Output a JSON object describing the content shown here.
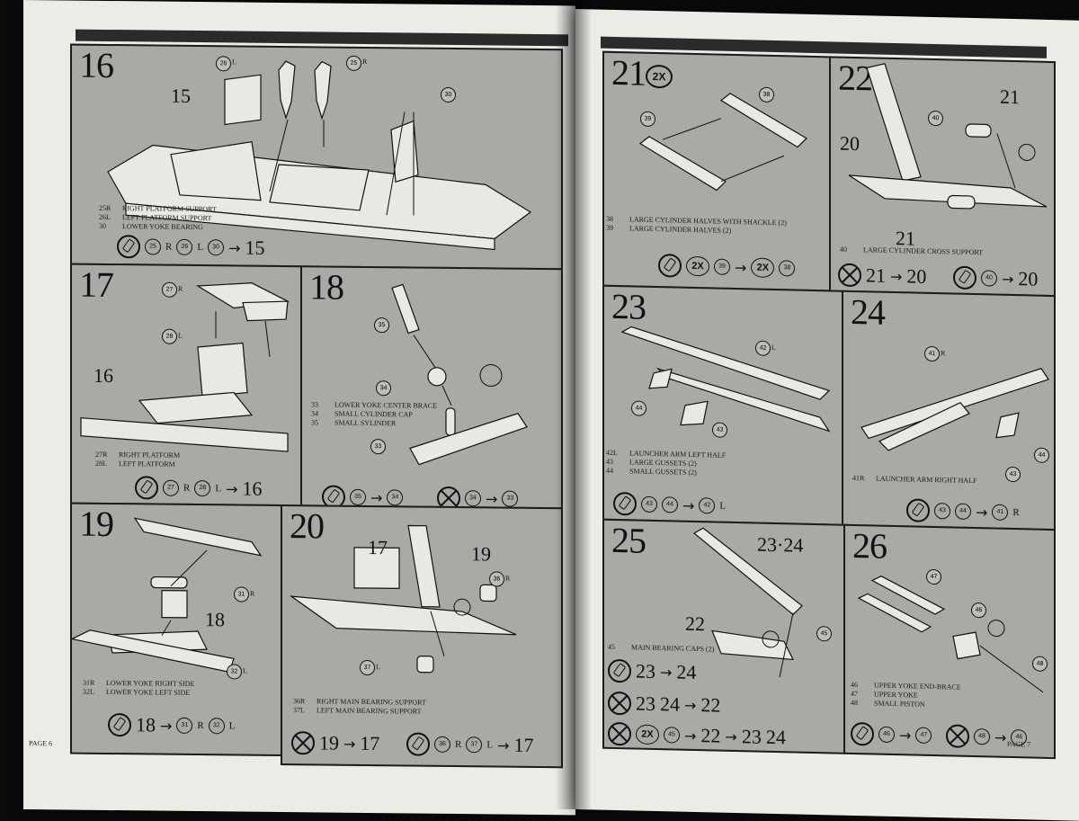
{
  "left_page": {
    "page_label": "PAGE 6",
    "steps": {
      "s16": {
        "number": "16",
        "label": "15",
        "callouts": [
          "26",
          "25",
          "30"
        ],
        "callout_sides": [
          "L",
          "R"
        ],
        "parts": [
          [
            "25R",
            "RIGHT PLATFORM SUPPORT"
          ],
          [
            "26L",
            "LEFT PLATFORM SUPPORT"
          ],
          [
            "30",
            "LOWER YOKE BEARING"
          ]
        ],
        "formula": {
          "a": "25",
          "ar": "R",
          "b": "26",
          "bl": "L",
          "c": "30",
          "result": "15"
        }
      },
      "s17": {
        "number": "17",
        "label": "16",
        "callouts": [
          "27",
          "28"
        ],
        "callout_sides": [
          "R",
          "L"
        ],
        "parts": [
          [
            "27R",
            "RIGHT PLATFORM"
          ],
          [
            "28L",
            "LEFT PLATFORM"
          ]
        ],
        "formula": {
          "a": "27",
          "ar": "R",
          "b": "28",
          "bl": "L",
          "result": "16"
        }
      },
      "s18": {
        "number": "18",
        "callouts": [
          "35",
          "34",
          "33"
        ],
        "parts": [
          [
            "33",
            "LOWER YOKE CENTER BRACE"
          ],
          [
            "34",
            "SMALL CYLINDER CAP"
          ],
          [
            "35",
            "SMALL SYLINDER"
          ]
        ],
        "formula1": {
          "a": "35",
          "b": "34"
        },
        "formula2": {
          "a": "34",
          "b": "33"
        }
      },
      "s19": {
        "number": "19",
        "label": "18",
        "callouts": [
          "31",
          "32"
        ],
        "callout_sides": [
          "R",
          "L"
        ],
        "parts": [
          [
            "31R",
            "LOWER YOKE RIGHT SIDE"
          ],
          [
            "32L",
            "LOWER YOKE LEFT SIDE"
          ]
        ],
        "formula": {
          "lead": "18",
          "a": "31",
          "ar": "R",
          "b": "32",
          "bl": "L"
        }
      },
      "s20": {
        "number": "20",
        "label_a": "17",
        "label_b": "19",
        "callouts": [
          "36",
          "37"
        ],
        "callout_sides": [
          "R",
          "L"
        ],
        "parts": [
          [
            "36R",
            "RIGHT MAIN BEARING SUPPORT"
          ],
          [
            "37L",
            "LEFT MAIN BEARING SUPPORT"
          ]
        ],
        "formula1": {
          "a": "19",
          "b": "17"
        },
        "formula2": {
          "a": "36",
          "ar": "R",
          "b": "37",
          "bl": "L",
          "result": "17"
        }
      }
    }
  },
  "right_page": {
    "page_label": "PAGE 7",
    "steps": {
      "s21": {
        "number": "21",
        "badge": "2X",
        "callouts": [
          "39",
          "38"
        ],
        "parts": [
          [
            "38",
            "LARGE CYLINDER HALVES WITH SHACKLE (2)"
          ],
          [
            "39",
            "LARGE CYLINDER HALVES (2)"
          ]
        ],
        "formula": {
          "badge": "2X",
          "a": "39",
          "b": "38"
        }
      },
      "s22": {
        "number": "22",
        "label_a": "21",
        "label_b": "20",
        "label_c": "21",
        "callouts": [
          "40"
        ],
        "parts": [
          [
            "40",
            "LARGE CYLINDER CROSS SUPPORT"
          ]
        ],
        "formula1": {
          "a": "21",
          "b": "20"
        },
        "formula2": {
          "a": "40",
          "b": "20"
        }
      },
      "s23": {
        "number": "23",
        "callouts": [
          "42",
          "44",
          "43"
        ],
        "callout_side": "L",
        "parts": [
          [
            "42L",
            "LAUNCHER ARM LEFT HALF"
          ],
          [
            "43",
            "LARGE GUSSETS (2)"
          ],
          [
            "44",
            "SMALL GUSSETS (2)"
          ]
        ],
        "formula": {
          "a": "43",
          "b": "44",
          "c": "42",
          "cl": "L"
        }
      },
      "s24": {
        "number": "24",
        "callouts": [
          "41",
          "44",
          "43"
        ],
        "callout_side": "R",
        "parts": [
          [
            "41R",
            "LAUNCHER ARM RIGHT HALF"
          ]
        ],
        "formula": {
          "a": "43",
          "b": "44",
          "c": "41",
          "cr": "R"
        }
      },
      "s25": {
        "number": "25",
        "label_a": "23",
        "label_b": "24",
        "label_c": "22",
        "callouts": [
          "45"
        ],
        "parts": [
          [
            "45",
            "MAIN BEARING CAPS (2)"
          ]
        ],
        "formula1": {
          "a": "23",
          "b": "24"
        },
        "formula2": {
          "a": "23",
          "b": "24",
          "c": "22"
        },
        "formula3": {
          "badge": "2X",
          "a": "45",
          "b": "22",
          "c": "23",
          "d": "24"
        }
      },
      "s26": {
        "number": "26",
        "callouts": [
          "47",
          "46",
          "48"
        ],
        "parts": [
          [
            "46",
            "UPPER YOKE END-BRACE"
          ],
          [
            "47",
            "UPPER YOKE"
          ],
          [
            "48",
            "SMALL PISTON"
          ]
        ],
        "formula1": {
          "a": "46",
          "b": "47"
        },
        "formula2": {
          "a": "48",
          "b": "46"
        }
      }
    }
  }
}
